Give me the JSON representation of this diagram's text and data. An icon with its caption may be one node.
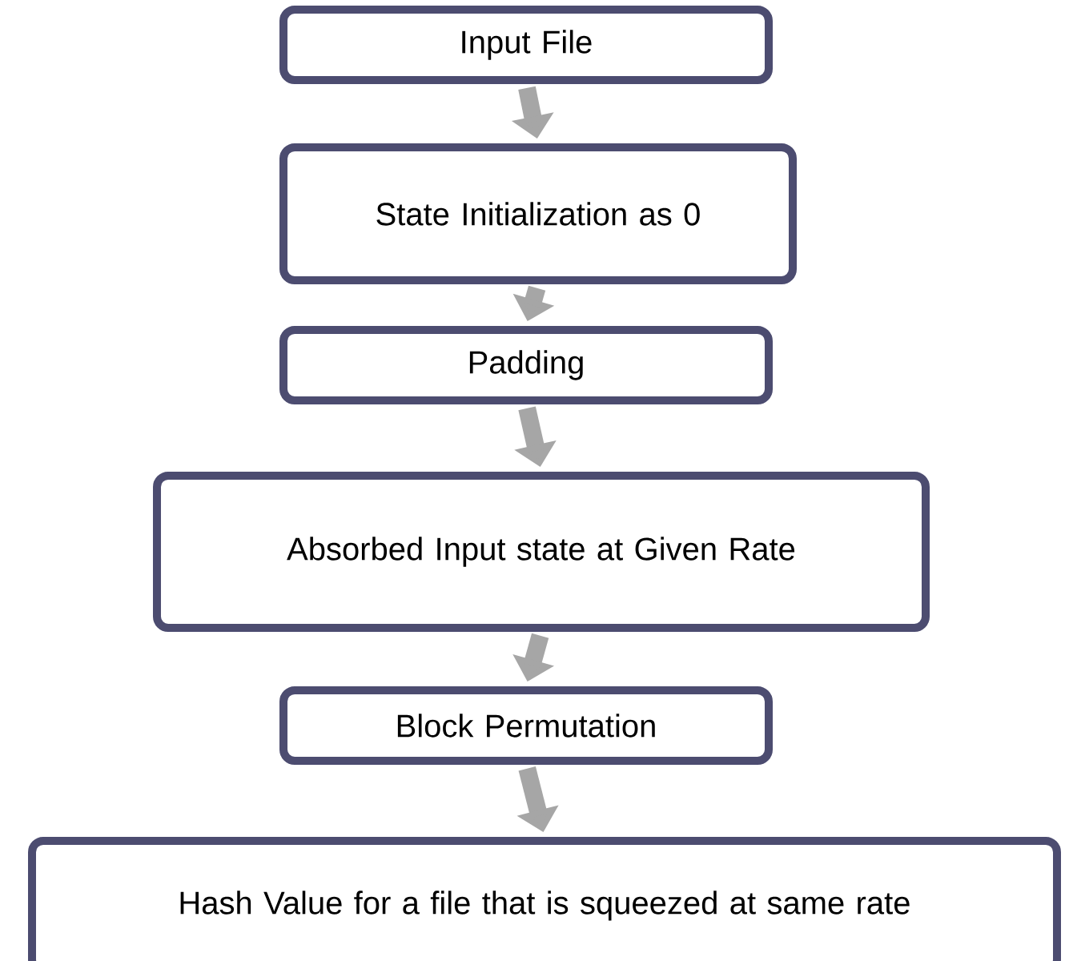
{
  "diagram": {
    "nodes": [
      {
        "text": [
          "Input File"
        ]
      },
      {
        "text": [
          "State Initialization as 0"
        ]
      },
      {
        "text": [
          "Padding"
        ]
      },
      {
        "text": [
          "Absorbed Input state at Given Rate"
        ]
      },
      {
        "text": [
          "Block Permutation"
        ]
      },
      {
        "text": [
          "Hash Value for a file that is squeezed at same rate"
        ]
      }
    ],
    "edges": [
      {
        "from": 0,
        "to": 1,
        "arrow": "to"
      },
      {
        "from": 1,
        "to": 2,
        "arrow": "to"
      },
      {
        "from": 2,
        "to": 3,
        "arrow": "to"
      },
      {
        "from": 3,
        "to": 4,
        "arrow": "to"
      },
      {
        "from": 4,
        "to": 5,
        "arrow": "to"
      }
    ]
  }
}
